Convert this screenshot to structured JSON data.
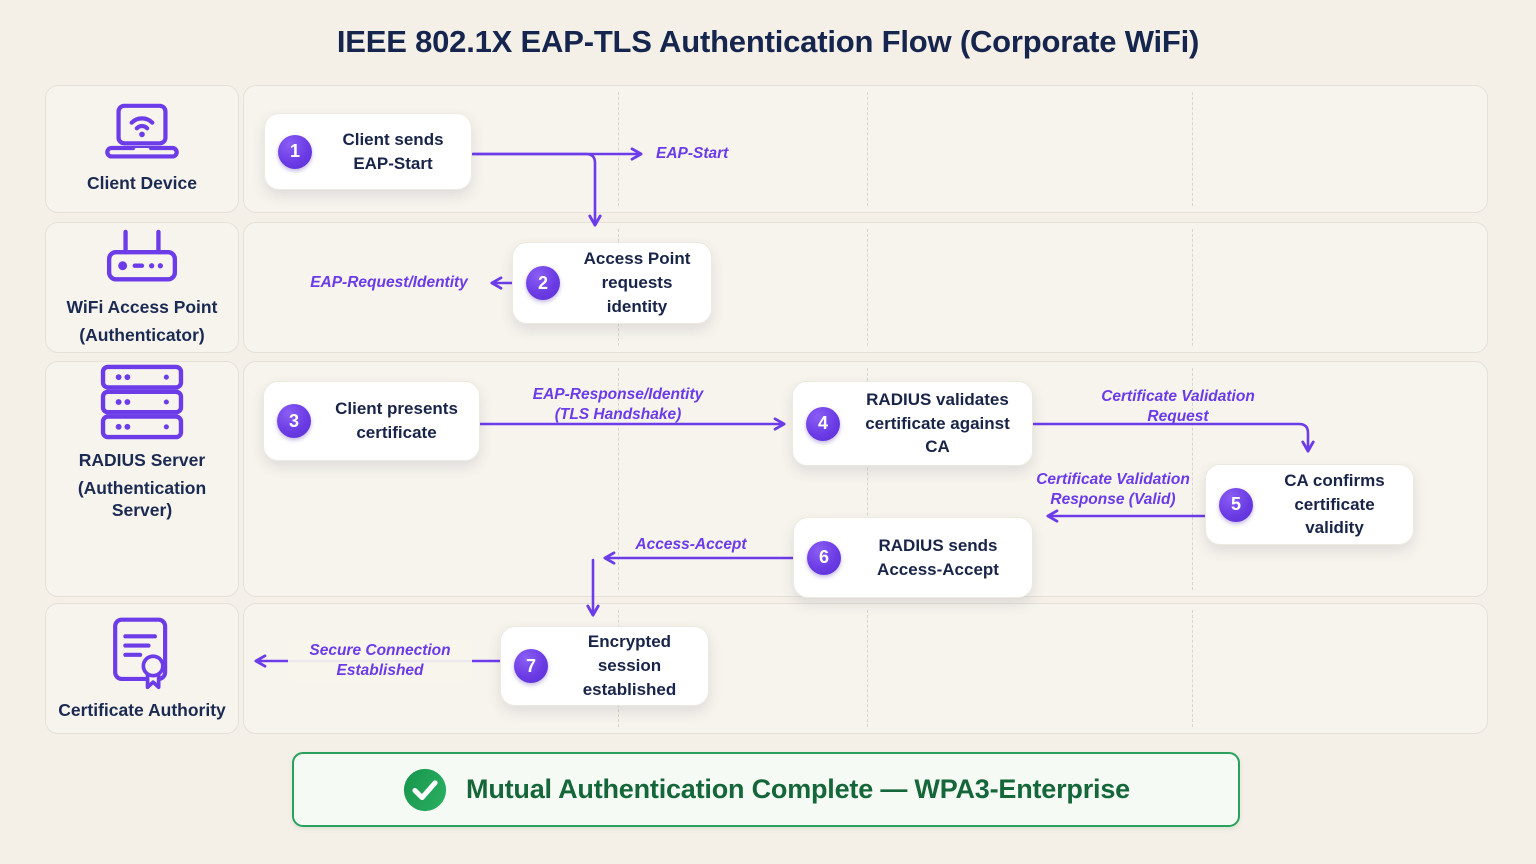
{
  "title": "IEEE 802.1X EAP-TLS Authentication Flow (Corporate WiFi)",
  "lanes": [
    {
      "label": "Client Device",
      "sublabel": "",
      "icon": "laptop-wifi-icon"
    },
    {
      "label": "WiFi Access Point",
      "sublabel": "(Authenticator)",
      "icon": "wifi-router-icon"
    },
    {
      "label": "RADIUS Server",
      "sublabel": "(Authentication Server)",
      "icon": "server-stack-icon"
    },
    {
      "label": "Certificate Authority",
      "sublabel": "",
      "icon": "certificate-icon"
    }
  ],
  "steps": [
    {
      "num": "1",
      "line1": "Client sends",
      "line2": "EAP-Start"
    },
    {
      "num": "2",
      "line1": "Access Point",
      "line2": "requests identity"
    },
    {
      "num": "3",
      "line1": "Client presents",
      "line2": "certificate"
    },
    {
      "num": "4",
      "line1": "RADIUS validates",
      "line2": "certificate against CA"
    },
    {
      "num": "5",
      "line1": "CA confirms",
      "line2": "certificate validity"
    },
    {
      "num": "6",
      "line1": "RADIUS sends",
      "line2": "Access-Accept"
    },
    {
      "num": "7",
      "line1": "Encrypted session",
      "line2": "established"
    }
  ],
  "arrow_labels": [
    {
      "line1": "EAP-Start",
      "line2": ""
    },
    {
      "line1": "EAP-Request/Identity",
      "line2": ""
    },
    {
      "line1": "EAP-Response/Identity",
      "line2": "(TLS Handshake)"
    },
    {
      "line1": "Certificate Validation",
      "line2": "Request"
    },
    {
      "line1": "Certificate Validation",
      "line2": "Response (Valid)"
    },
    {
      "line1": "Access-Accept",
      "line2": ""
    },
    {
      "line1": "Secure Connection",
      "line2": "Established"
    }
  ],
  "banner": {
    "text": "Mutual Authentication Complete — WPA3-Enterprise",
    "icon": "check-circle-icon"
  },
  "colors": {
    "accent_purple": "#6c3ce9",
    "navy_text": "#1b2a52",
    "banner_green": "#2aa15c",
    "banner_text_green": "#15673a",
    "page_bg": "#f4f0e8",
    "lane_bg": "#f7f4ed"
  }
}
